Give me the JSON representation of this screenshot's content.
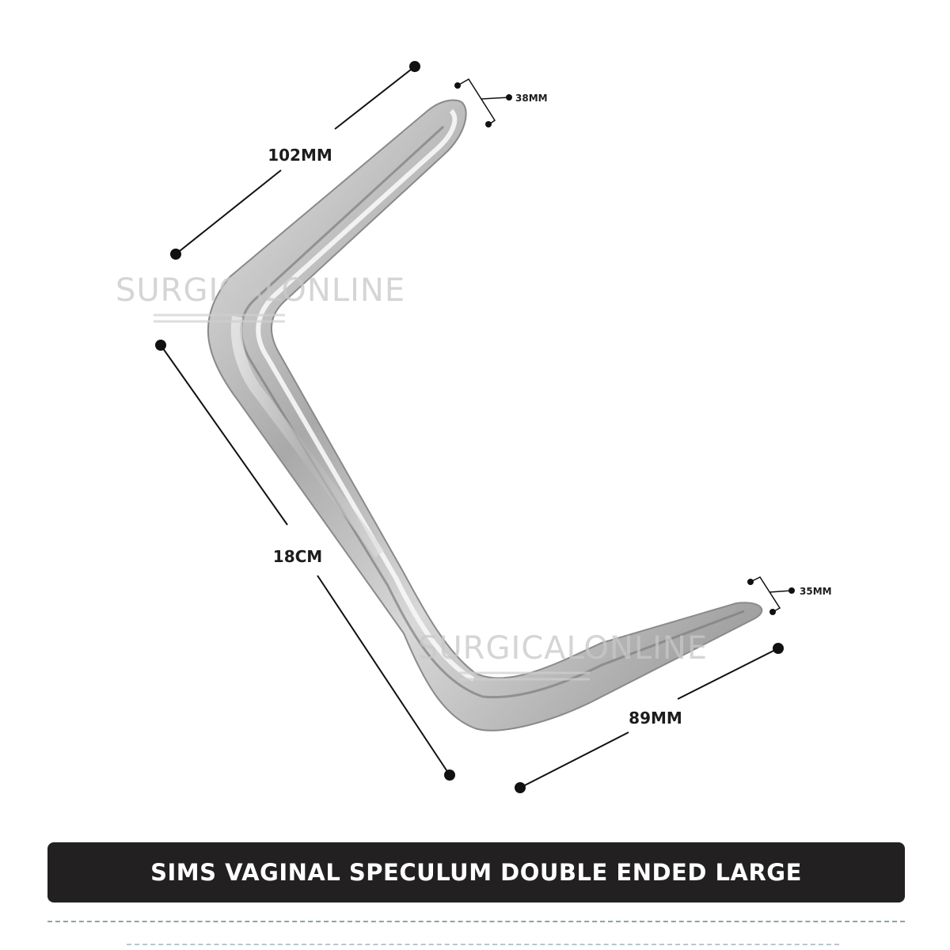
{
  "product": {
    "title": "SIMS VAGINAL SPECULUM DOUBLE ENDED LARGE"
  },
  "dimensions": {
    "upper_blade_length": "102MM",
    "upper_blade_width": "38MM",
    "overall_length": "18CM",
    "lower_blade_length": "89MM",
    "lower_blade_width": "35MM"
  },
  "watermark": {
    "text_top": "SURGICALONLINE",
    "text_bottom": "SURGICALONLINE"
  },
  "colors": {
    "title_bar": "#222020",
    "dimension_ink": "#111111",
    "steel": "#bcbcbc"
  }
}
